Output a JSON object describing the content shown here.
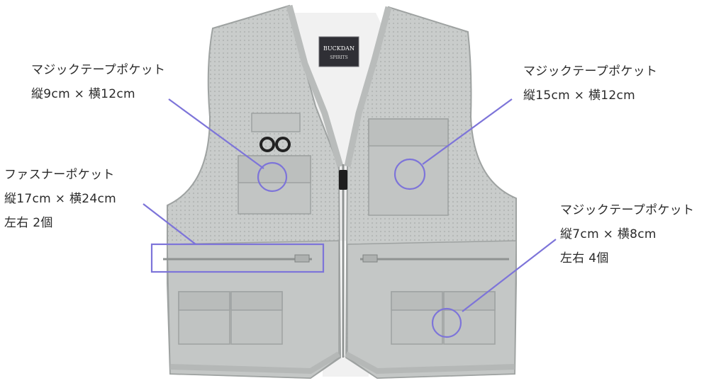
{
  "product": {
    "brand_patch": {
      "line1": "BUCKDAN",
      "line2": "SPIRITS"
    },
    "colors": {
      "vest_fill": "#c9cccb",
      "vest_panel": "#c4c7c6",
      "mesh_dot": "#b3b6b5",
      "lining": "#f1f1f1",
      "outline": "#9ea2a1",
      "accent": "#7d74d9"
    }
  },
  "annotations": [
    {
      "id": "chest-left",
      "lines": [
        "マジックテープポケット",
        "縦9cm × 横12cm"
      ]
    },
    {
      "id": "chest-right",
      "lines": [
        "マジックテープポケット",
        "縦15cm × 横12cm"
      ]
    },
    {
      "id": "zipper",
      "lines": [
        "ファスナーポケット",
        "縦17cm × 横24cm",
        "左右 2個"
      ]
    },
    {
      "id": "lower-small",
      "lines": [
        "マジックテープポケット",
        "縦7cm × 横8cm",
        "左右 4個"
      ]
    }
  ]
}
